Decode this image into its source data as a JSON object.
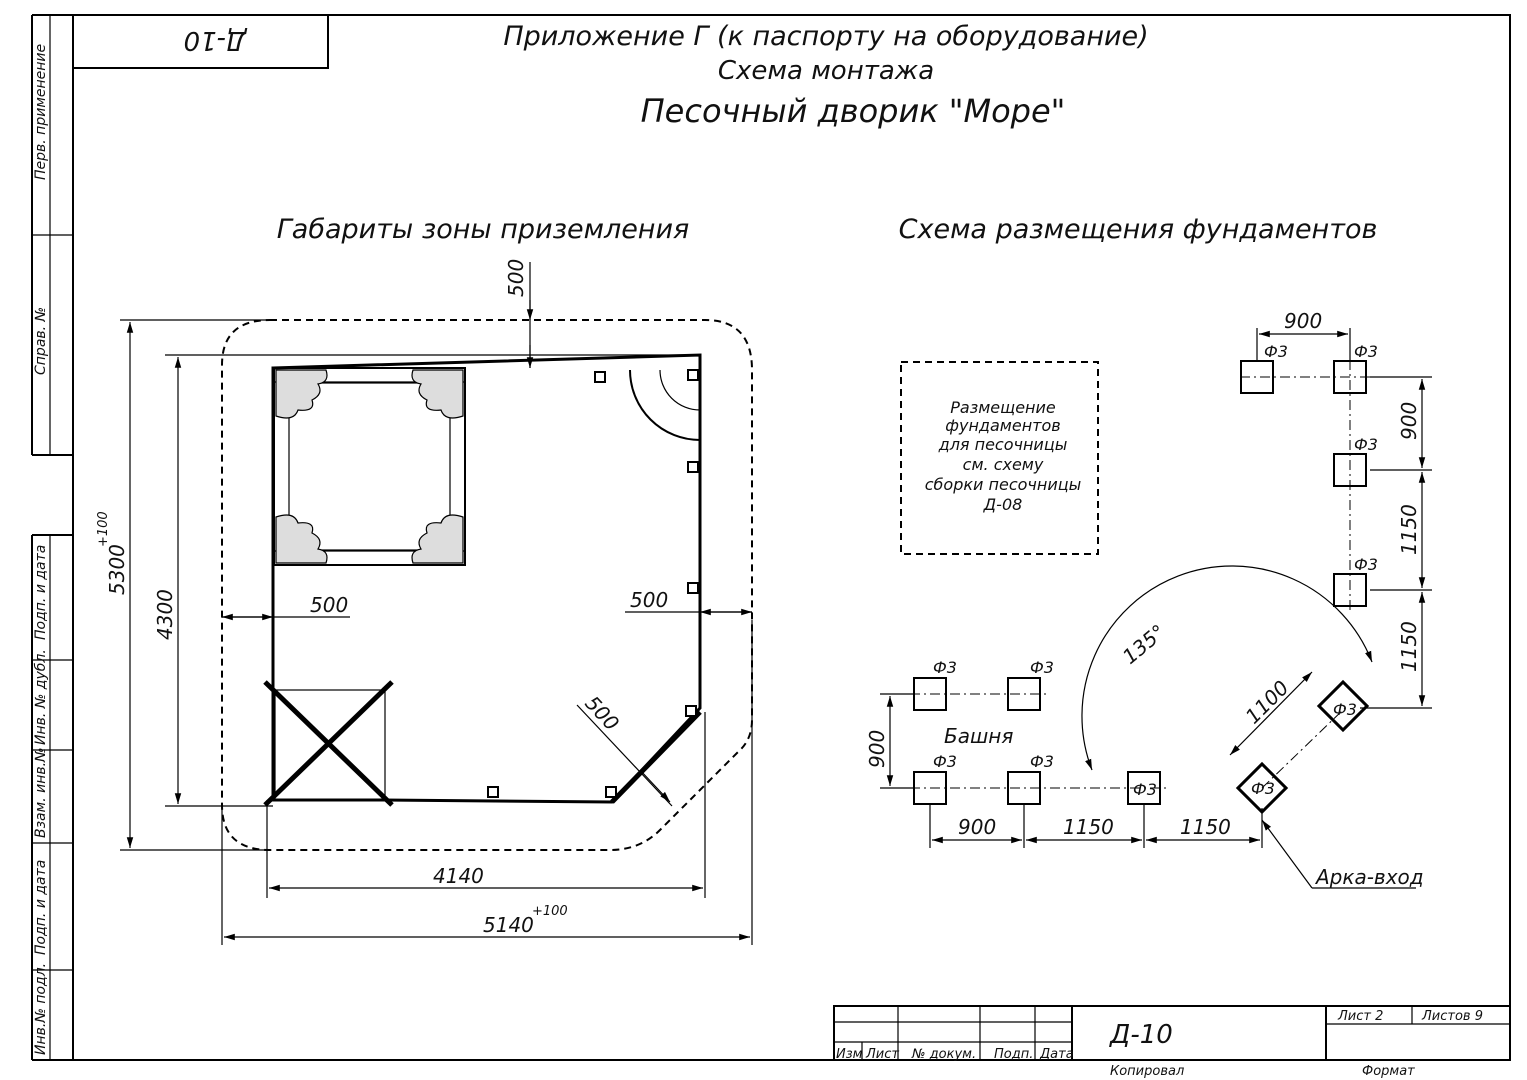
{
  "sheet": {
    "code_stamp": "Д-10",
    "header": {
      "line1": "Приложение Г (к паспорту на оборудование)",
      "line2": "Схема монтажа",
      "product": "Песочный дворик \"Море\""
    },
    "side_labels": [
      "Перв. применение",
      "Справ. №",
      "Подп. и дата",
      "Инв. № дубл.",
      "Взам. инв.№",
      "Подп. и дата",
      "Инв.№ подл."
    ]
  },
  "left_view": {
    "heading": "Габариты зоны приземления",
    "dims": {
      "top_offset": "500",
      "left_offset": "500",
      "right_offset": "500",
      "diag_offset": "500",
      "height_inner": "4300",
      "height_outer": "5300",
      "height_outer_tol": "+100",
      "width_inner": "4140",
      "width_outer": "5140",
      "width_outer_tol": "+100"
    }
  },
  "right_view": {
    "heading": "Схема размещения фундаментов",
    "note_lines": [
      "Размещение",
      "фундаментов",
      "для песочницы",
      "см. схему",
      "сборки песочницы",
      "Д-08"
    ],
    "foundation_label": "Ф3",
    "tower_label": "Башня",
    "arch_label": "Арка-вход",
    "angle_label": "135°",
    "dims": {
      "top_width": "900",
      "v1": "900",
      "v2": "1150",
      "v3": "1150",
      "diag": "1100",
      "tower_height": "900",
      "h1": "900",
      "h2": "1150",
      "h3": "1150"
    }
  },
  "title_block": {
    "col_labels": [
      "Изм",
      "Лист",
      "№ докум.",
      "Подп.",
      "Дата"
    ],
    "code": "Д-10",
    "sheet_label": "Лист 2",
    "sheets_label": "Листов 9",
    "copied_label": "Копировал",
    "format_label": "Формат"
  }
}
